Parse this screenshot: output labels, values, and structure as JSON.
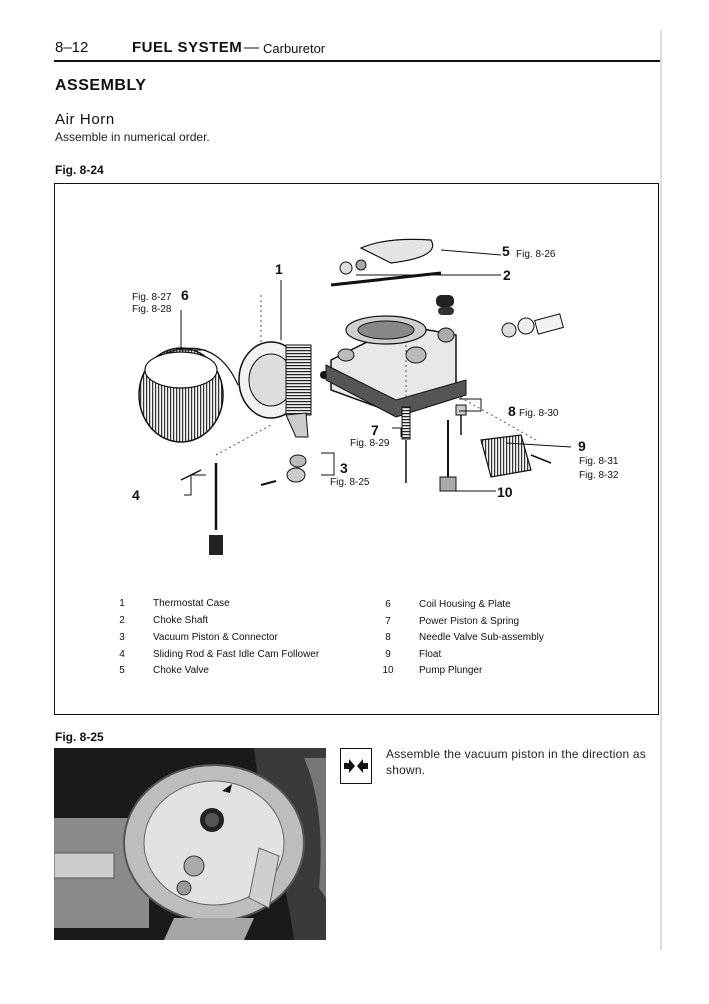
{
  "header": {
    "page_number": "8–12",
    "title": "FUEL SYSTEM",
    "dash": "—",
    "subtitle": "Carburetor"
  },
  "section": {
    "title": "ASSEMBLY",
    "subtitle": "Air Horn",
    "intro": "Assemble in numerical order."
  },
  "figure_24": {
    "label": "Fig. 8-24",
    "callouts": [
      {
        "num": "1"
      },
      {
        "num": "2"
      },
      {
        "num": "3",
        "ref": "Fig. 8-25"
      },
      {
        "num": "4"
      },
      {
        "num": "5",
        "ref": "Fig. 8-26"
      },
      {
        "num": "6",
        "refs": [
          "Fig. 8-27",
          "Fig. 8-28"
        ]
      },
      {
        "num": "7",
        "ref": "Fig. 8-29"
      },
      {
        "num": "8",
        "ref": "Fig. 8-30"
      },
      {
        "num": "9",
        "refs": [
          "Fig. 8-31",
          "Fig. 8-32"
        ]
      },
      {
        "num": "10"
      }
    ],
    "legend_left": [
      {
        "num": "1",
        "text": "Thermostat Case"
      },
      {
        "num": "2",
        "text": "Choke Shaft"
      },
      {
        "num": "3",
        "text": "Vacuum Piston & Connector"
      },
      {
        "num": "4",
        "text": "Sliding Rod & Fast Idle Cam Follower"
      },
      {
        "num": "5",
        "text": "Choke Valve"
      }
    ],
    "legend_right": [
      {
        "num": "6",
        "text": "Coil Housing & Plate"
      },
      {
        "num": "7",
        "text": "Power Piston & Spring"
      },
      {
        "num": "8",
        "text": "Needle Valve Sub-assembly"
      },
      {
        "num": "9",
        "text": "Float"
      },
      {
        "num": "10",
        "text": "Pump Plunger"
      }
    ]
  },
  "figure_25": {
    "label": "Fig. 8-25",
    "instruction": "Assemble the vacuum piston in the direction as shown.",
    "icon": "arrows-pointing-inward-icon"
  }
}
